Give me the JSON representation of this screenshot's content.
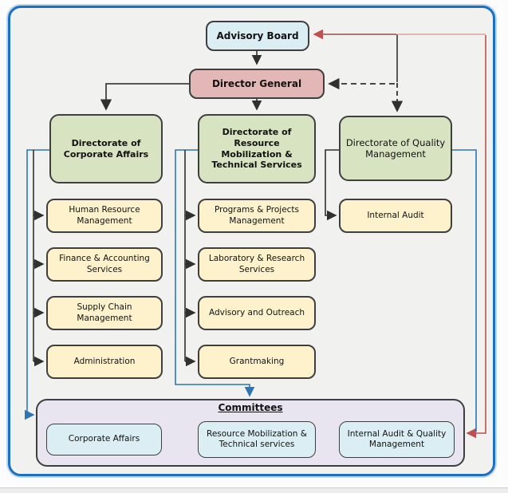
{
  "org": {
    "advisory_board": "Advisory Board",
    "director_general": "Director General",
    "directorate_corporate": "Directorate of Corporate Affairs",
    "directorate_resource": "Directorate of Resource Mobilization & Technical Services",
    "directorate_quality": "Directorate of Quality Management",
    "corporate_units": [
      "Human Resource Management",
      "Finance & Accounting Services",
      "Supply Chain Management",
      "Administration"
    ],
    "resource_units": [
      "Programs & Projects Management",
      "Laboratory & Research Services",
      "Advisory and Outreach",
      "Grantmaking"
    ],
    "quality_units": [
      "Internal Audit"
    ],
    "committees": {
      "title": "Committees",
      "items": [
        "Corporate Affairs",
        "Resource Mobilization & Technical services",
        "Internal Audit & Quality Management"
      ]
    },
    "colors": {
      "frame_border": "#1f6fc1",
      "advisory_fill": "#daeef3",
      "director_fill": "#e3b7b5",
      "directorate_fill": "#d7e3c1",
      "unit_fill": "#fdf2cc",
      "committees_fill": "#e9e5f0",
      "committee_item_fill": "#daeef3",
      "connector_black": "#303030",
      "connector_blue": "#2e75b6",
      "connector_red": "#c0504d"
    }
  }
}
